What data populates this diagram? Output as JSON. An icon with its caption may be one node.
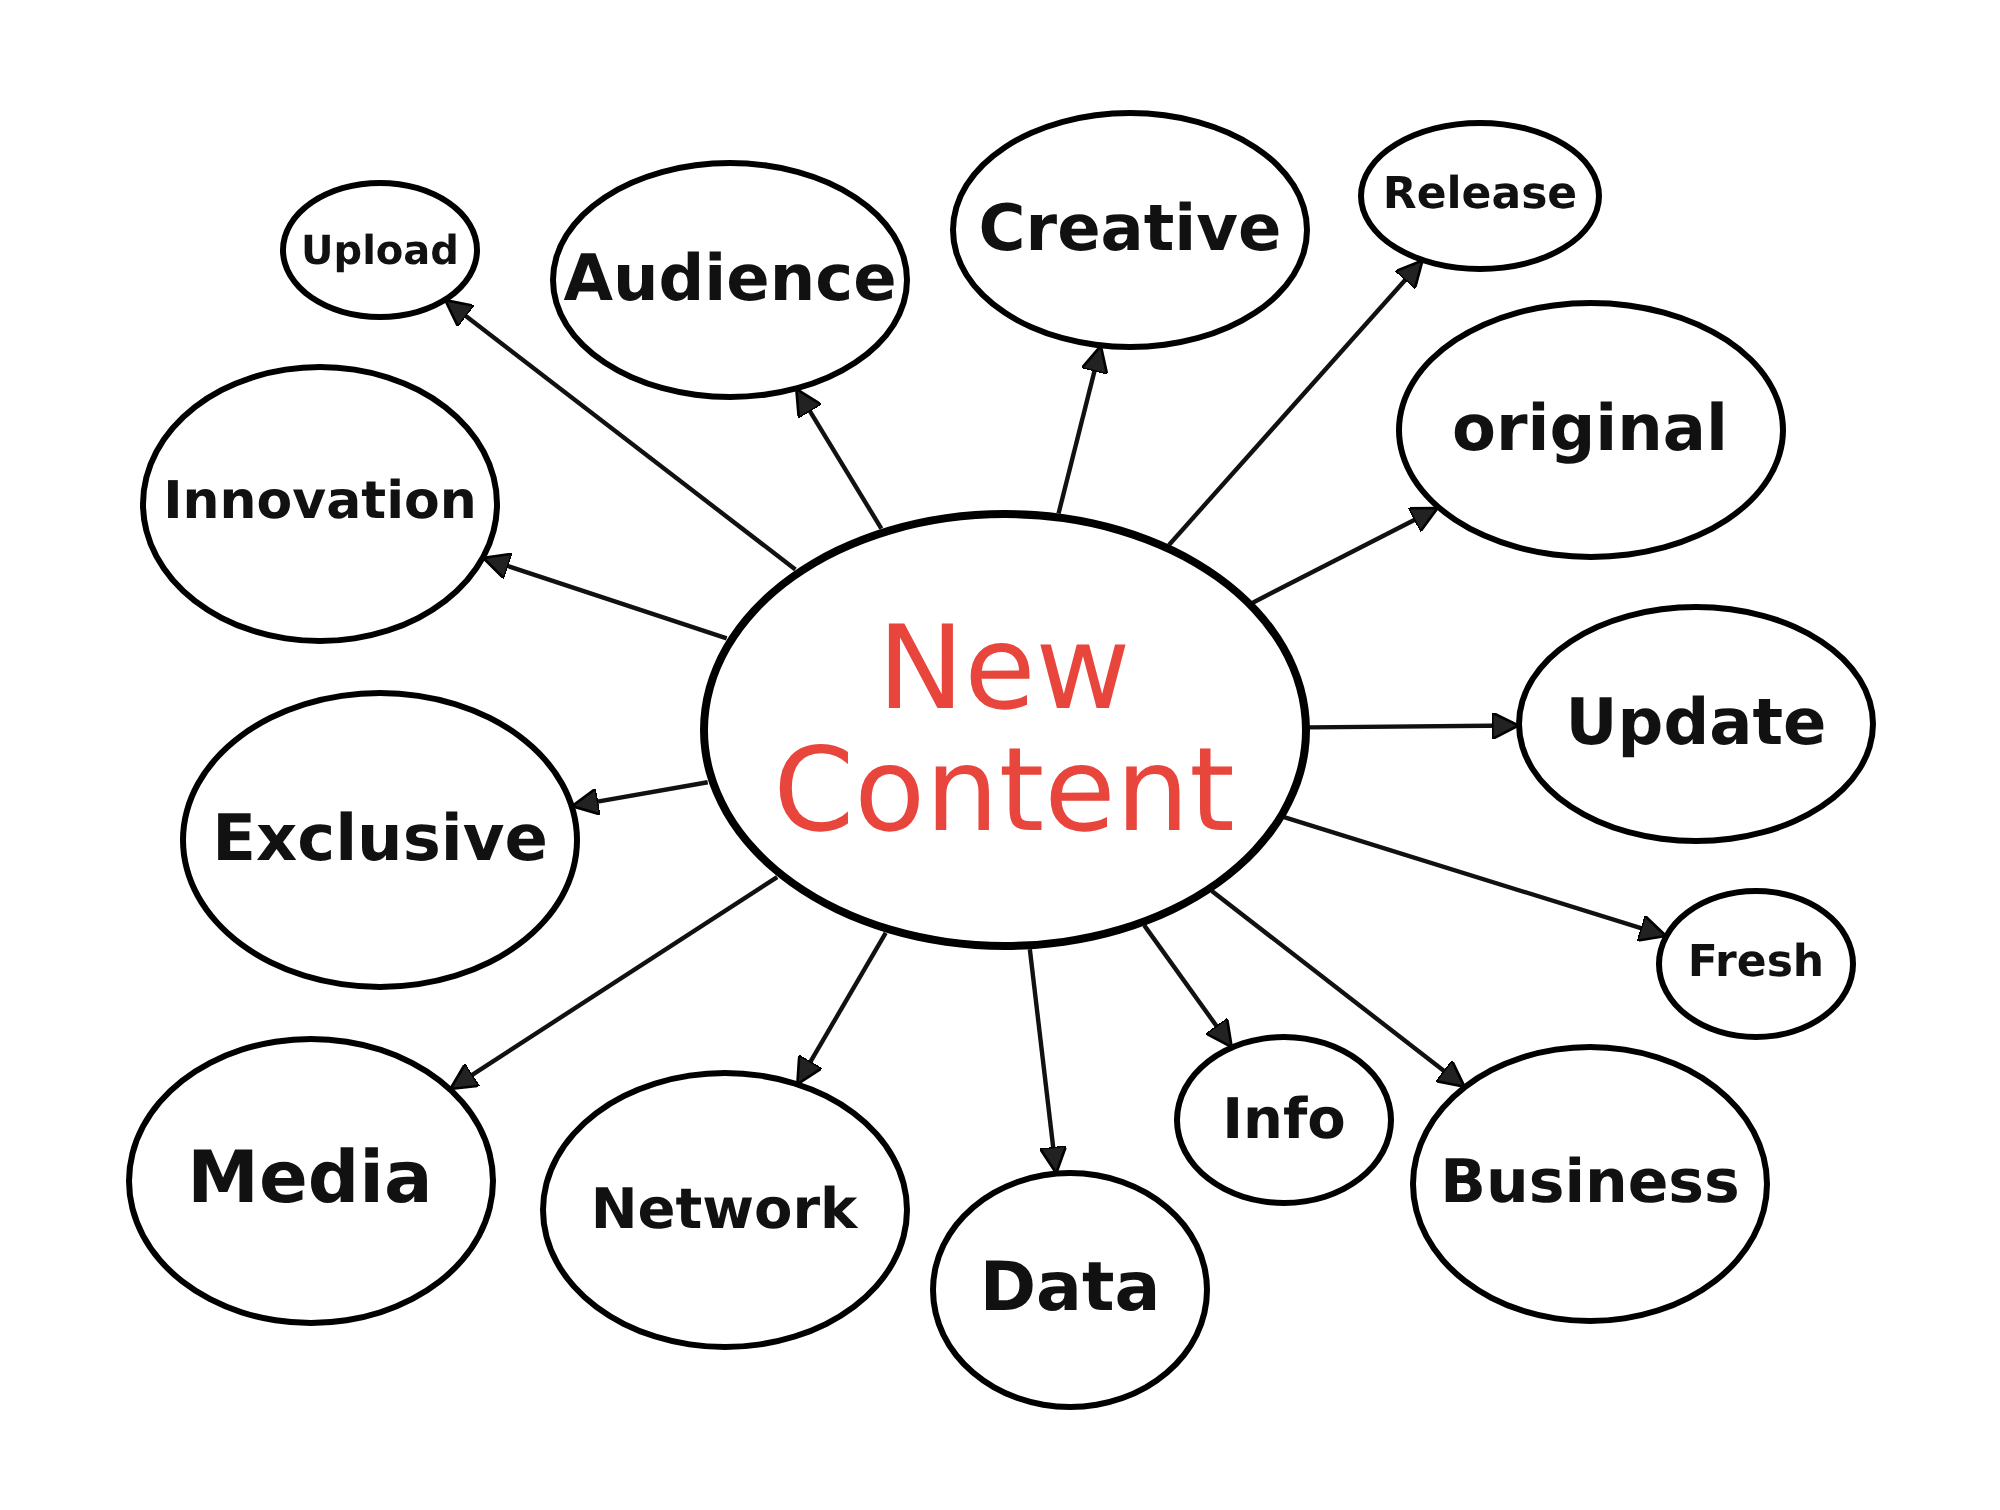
{
  "diagram": {
    "nodes": [
      {
        "text": [
          "New Content"
        ]
      },
      {
        "text": [
          "Upload"
        ]
      },
      {
        "text": [
          "Audience"
        ]
      },
      {
        "text": [
          "Creative"
        ]
      },
      {
        "text": [
          "Release"
        ]
      },
      {
        "text": [
          "Innovation"
        ]
      },
      {
        "text": [
          "original"
        ]
      },
      {
        "text": [
          "Exclusive"
        ]
      },
      {
        "text": [
          "Update"
        ]
      },
      {
        "text": [
          "Fresh"
        ]
      },
      {
        "text": [
          "Media"
        ]
      },
      {
        "text": [
          "Network"
        ]
      },
      {
        "text": [
          "Data"
        ]
      },
      {
        "text": [
          "Info"
        ]
      },
      {
        "text": [
          "Business"
        ]
      }
    ],
    "edges": [
      {
        "from": 0,
        "to": 1,
        "arrow": "to"
      },
      {
        "from": 0,
        "to": 2,
        "arrow": "to"
      },
      {
        "from": 0,
        "to": 3,
        "arrow": "to"
      },
      {
        "from": 0,
        "to": 4,
        "arrow": "to"
      },
      {
        "from": 0,
        "to": 5,
        "arrow": "to"
      },
      {
        "from": 0,
        "to": 6,
        "arrow": "to"
      },
      {
        "from": 0,
        "to": 7,
        "arrow": "to"
      },
      {
        "from": 0,
        "to": 8,
        "arrow": "to"
      },
      {
        "from": 0,
        "to": 9,
        "arrow": "to"
      },
      {
        "from": 0,
        "to": 10,
        "arrow": "to"
      },
      {
        "from": 0,
        "to": 11,
        "arrow": "to"
      },
      {
        "from": 0,
        "to": 12,
        "arrow": "to"
      },
      {
        "from": 0,
        "to": 13,
        "arrow": "to"
      },
      {
        "from": 0,
        "to": 14,
        "arrow": "to"
      }
    ]
  }
}
